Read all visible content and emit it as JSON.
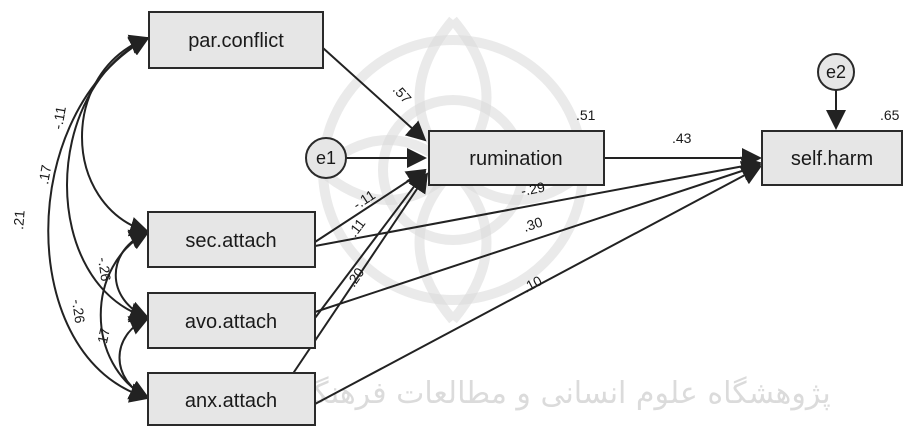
{
  "nodes": {
    "par_conflict": "par.conflict",
    "rumination": "rumination",
    "self_harm": "self.harm",
    "sec_attach": "sec.attach",
    "avo_attach": "avo.attach",
    "anx_attach": "anx.attach",
    "e1": "e1",
    "e2": "e2"
  },
  "r_squared": {
    "rumination": ".51",
    "self_harm": ".65"
  },
  "paths": {
    "par_conflict_to_rumination": ".57",
    "rumination_to_self_harm": ".43",
    "sec_to_rumination": "-.11",
    "sec_to_self_harm": "-.29",
    "avo_to_rumination": ".11",
    "avo_to_self_harm": ".30",
    "anx_to_rumination": ".20",
    "anx_to_self_harm": ".10"
  },
  "covariances": {
    "par_sec": "-.11",
    "par_avo": ".17",
    "par_anx": ".21",
    "sec_avo": "-.26",
    "sec_anx": "-.26",
    "avo_anx": ".17"
  },
  "watermark_text": "پژوهشگاه علوم انسانی و مطالعات فرهنگی"
}
